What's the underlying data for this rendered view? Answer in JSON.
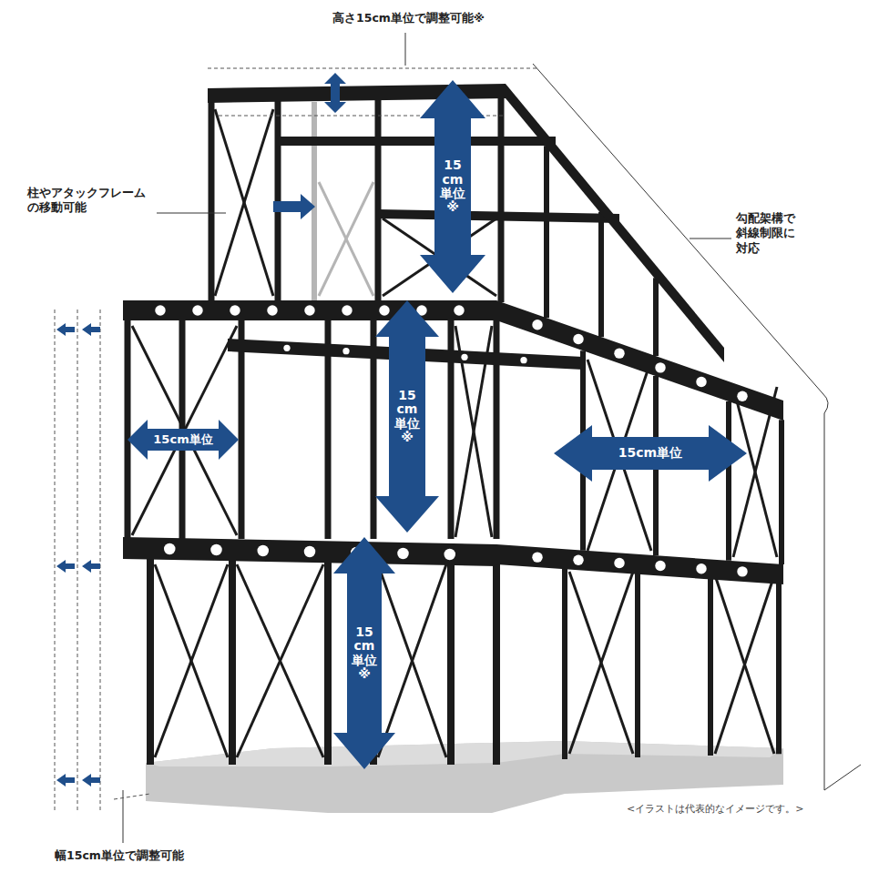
{
  "diagram": {
    "caption": "<イラストは代表的なイメージです。>",
    "nodes": [
      {
        "text": [
          "15 cm 単位 ※"
        ]
      },
      {
        "text": [
          "15 cm 単位 ※"
        ]
      },
      {
        "text": [
          "15cm単位"
        ]
      },
      {
        "text": [
          "15cm単位"
        ]
      },
      {
        "text": [
          "15 cm 単位 ※"
        ]
      }
    ],
    "labels": [
      "高さ15cm単位で調整可能※",
      "柱やアタックフレーム の移動可能",
      "勾配架構で 斜線制限に 対応",
      "幅15cm単位で調整可能"
    ]
  }
}
